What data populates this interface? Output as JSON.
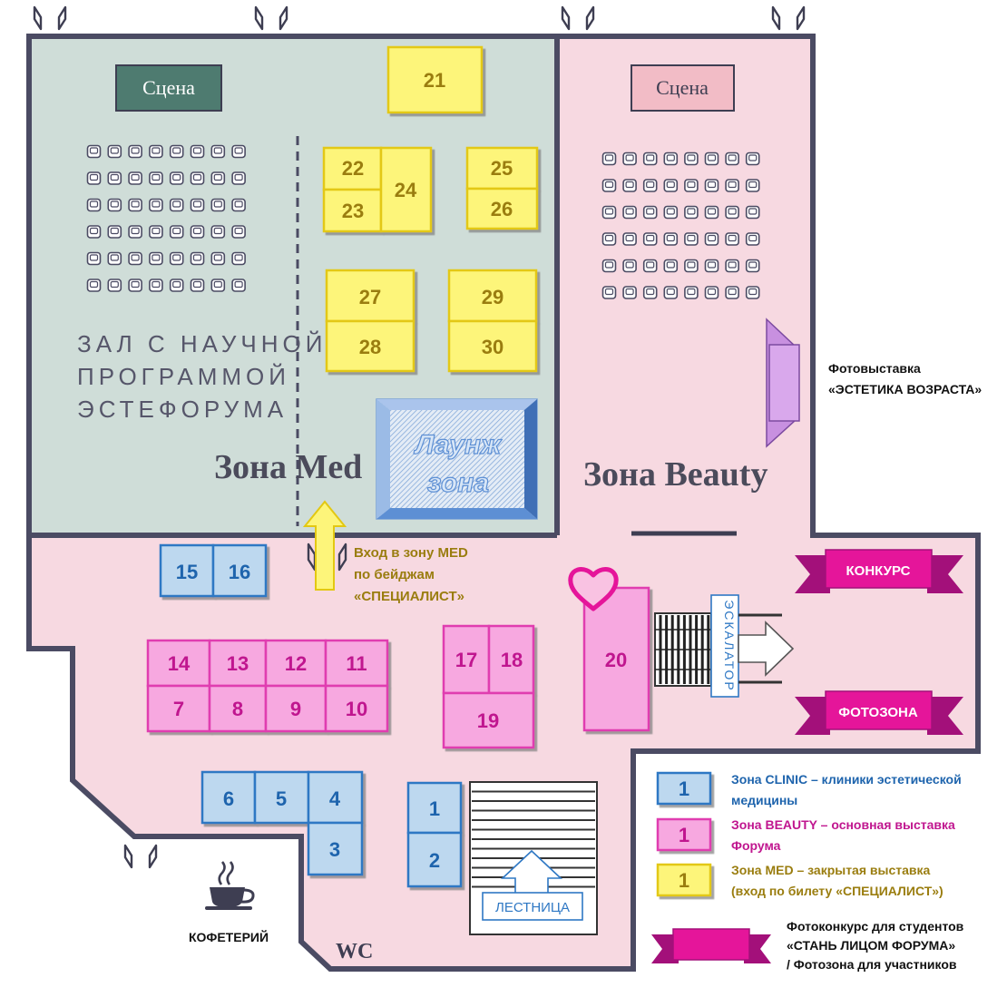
{
  "colors": {
    "wall": "#4b4b63",
    "med_bg": "#cfddd8",
    "pink_bg": "#f7d9e1",
    "clinic_fill": "#bdd8ef",
    "clinic_stroke": "#2f78c4",
    "clinic_text": "#1e64ad",
    "beauty_fill": "#f7a8e0",
    "beauty_stroke": "#e03cb0",
    "beauty_text": "#c0168f",
    "med_fill": "#fdf57a",
    "med_stroke": "#e3c812",
    "med_text": "#9a7d0f",
    "magenta": "#e5159a",
    "lounge": "#5d8fd4"
  },
  "stages": {
    "med": "Сцена",
    "beauty": "Сцена"
  },
  "hall_label": [
    "ЗАЛ С НАУЧНОЙ",
    "ПРОГРАММОЙ",
    "ЭСТЕФОРУМА"
  ],
  "zones": {
    "med": "Зона Med",
    "beauty": "Зона Beauty"
  },
  "lounge": [
    "Лаунж",
    "зона"
  ],
  "entrance": [
    "Вход в зону MED",
    "по бейджам",
    "«СПЕЦИАЛИСТ»"
  ],
  "photo_exhibit": [
    "Фотовыставка",
    "«ЭСТЕТИКА ВОЗРАСТА»"
  ],
  "banners": {
    "contest": "КОНКУРС",
    "photozone": "ФОТОЗОНА"
  },
  "escalator": "ЭСКАЛАТОР",
  "stairs": "ЛЕСТНИЦА",
  "wc": "WC",
  "cafe": "КОФЕТЕРИЙ",
  "booths": {
    "med": [
      "21",
      "22",
      "23",
      "24",
      "25",
      "26",
      "27",
      "28",
      "29",
      "30"
    ],
    "beauty": [
      "14",
      "13",
      "12",
      "11",
      "7",
      "8",
      "9",
      "10",
      "17",
      "18",
      "19",
      "20"
    ],
    "clinic": [
      "15",
      "16",
      "6",
      "5",
      "4",
      "3",
      "1",
      "2"
    ]
  },
  "legend": {
    "sample": "1",
    "clinic": [
      "Зона CLINIC –  клиники эстетической",
      "медицины"
    ],
    "beauty": [
      "Зона BEAUTY – основная выставка",
      "Форума"
    ],
    "med": [
      "Зона MED – закрытая выставка",
      "(вход по билету «СПЕЦИАЛИСТ»)"
    ],
    "banner": [
      "Фотоконкурс для студентов",
      "«СТАНЬ ЛИЦОМ ФОРУМА»",
      "/ Фотозона для участников"
    ]
  }
}
